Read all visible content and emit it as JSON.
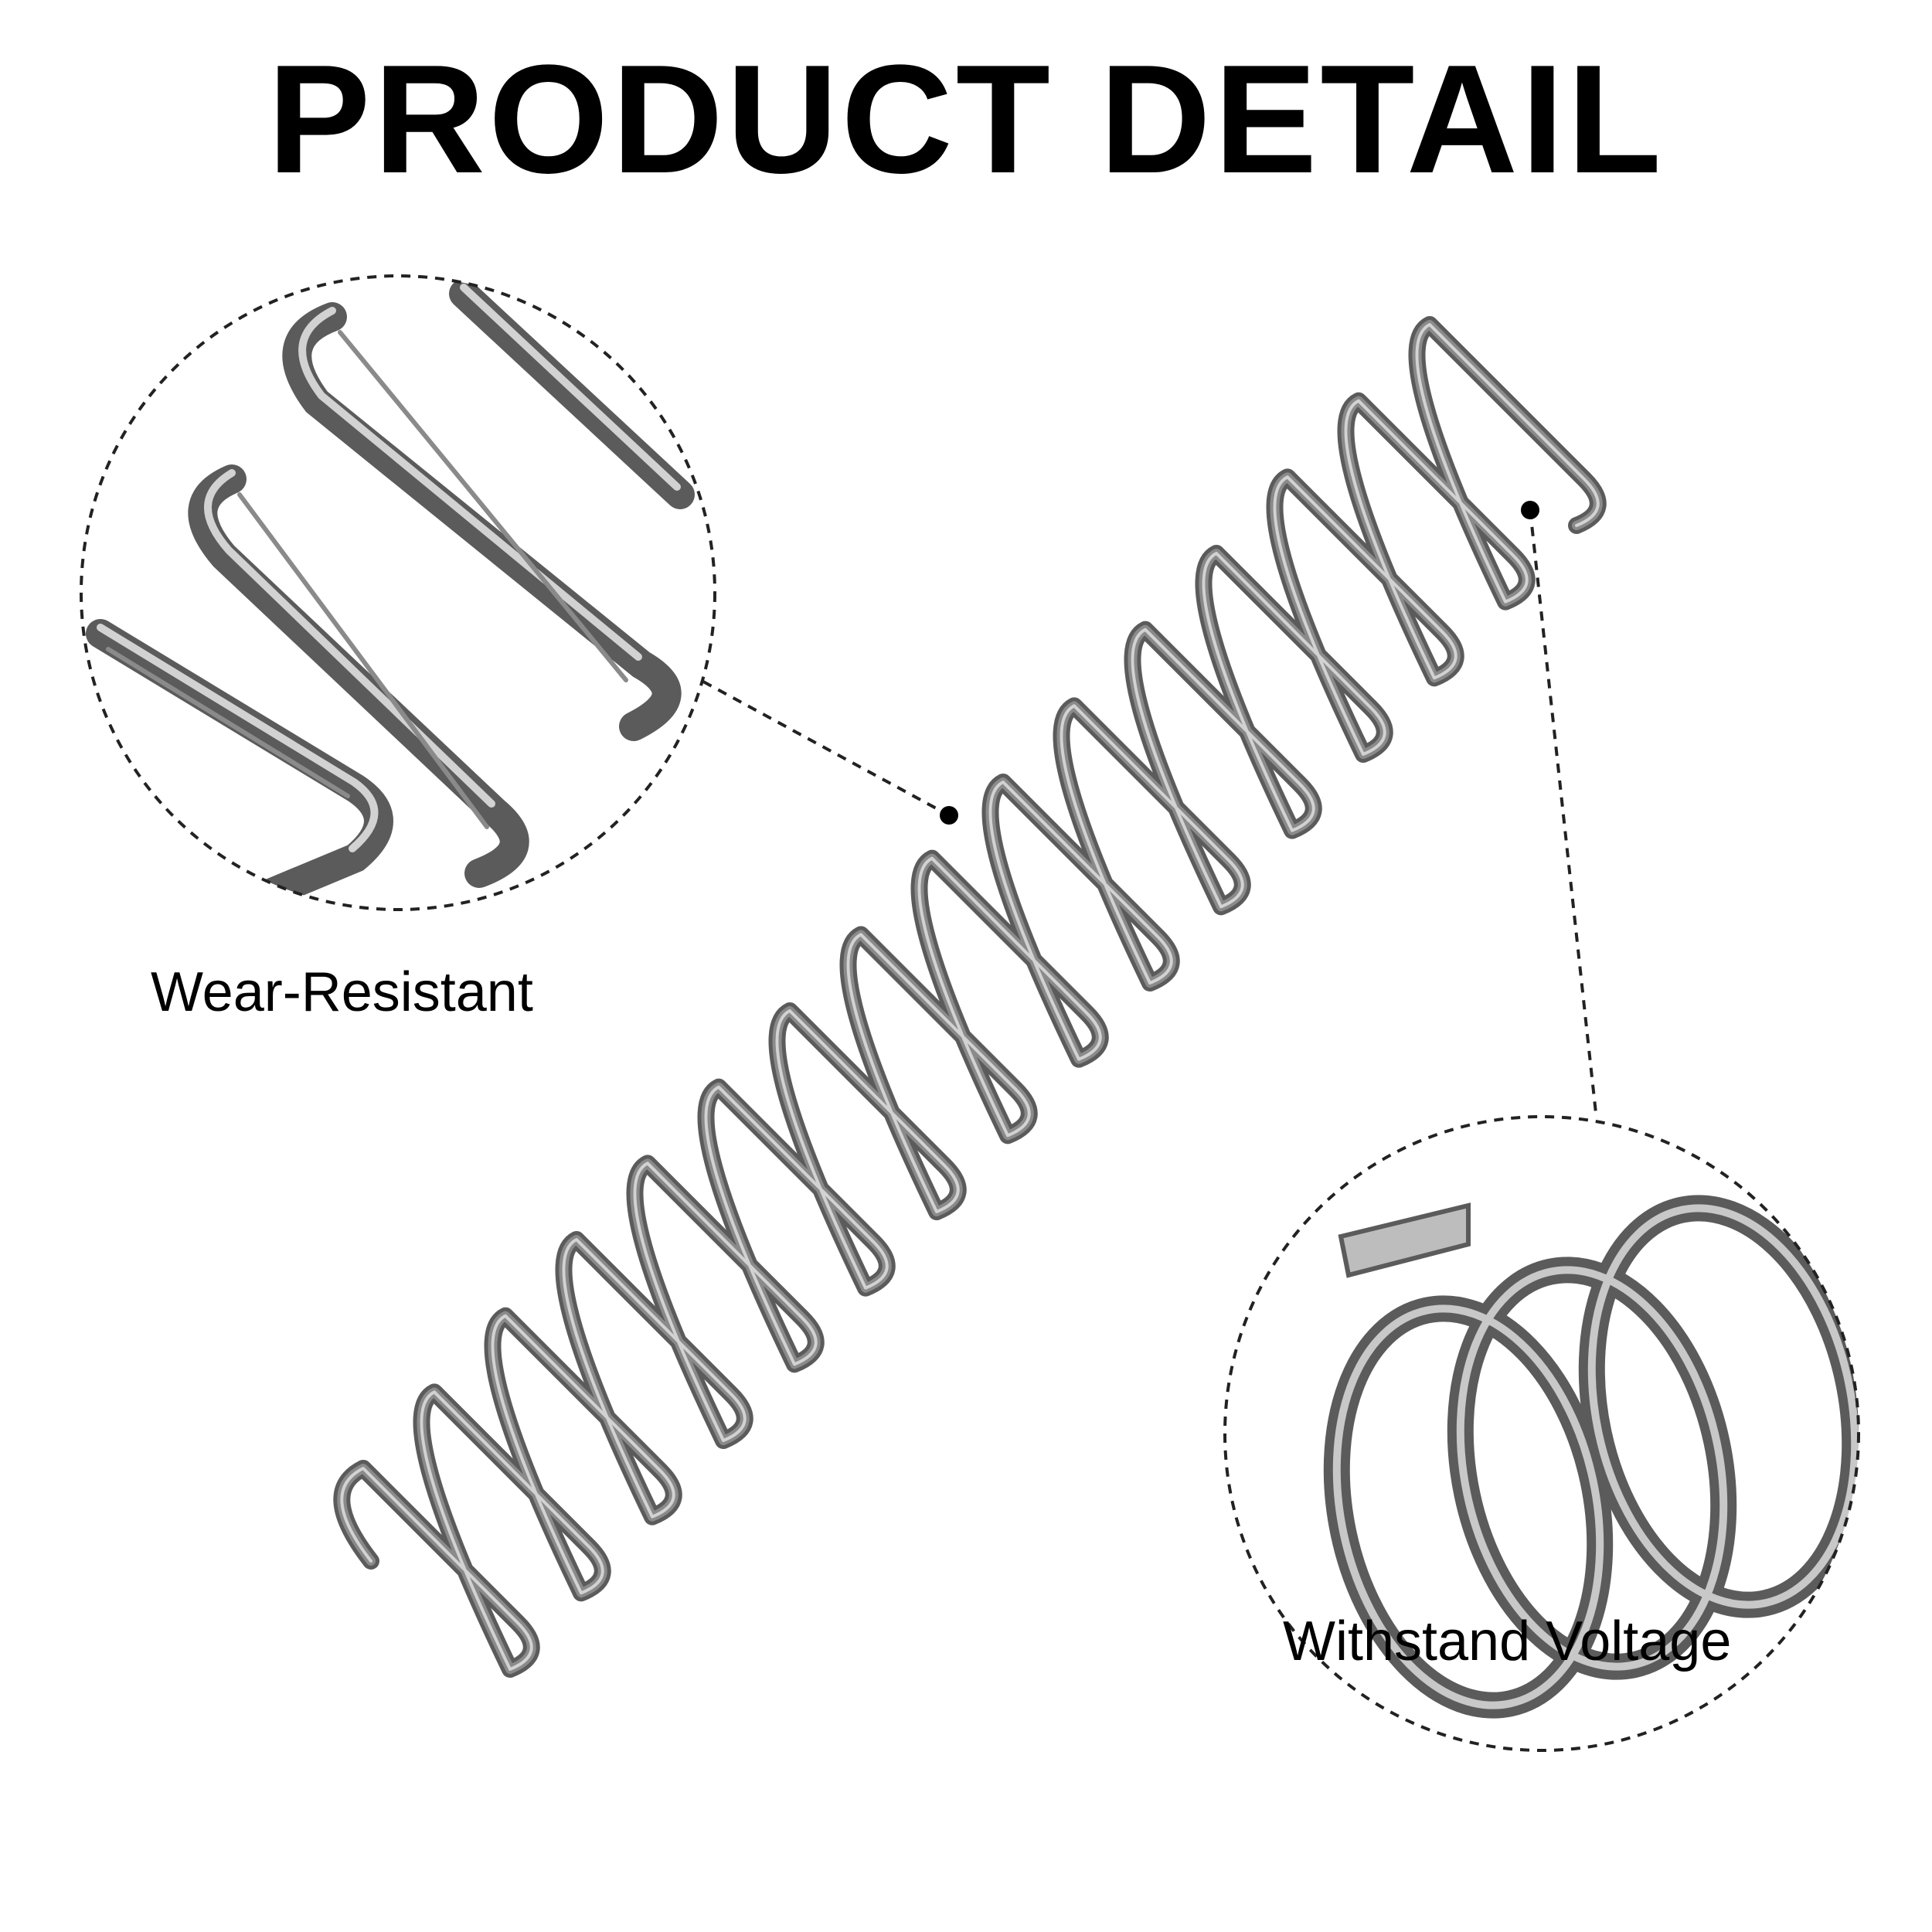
{
  "page": {
    "title": "PRODUCT DETAIL",
    "background": "#ffffff",
    "text_color": "#000000"
  },
  "callouts": [
    {
      "label": "Wear-Resistant",
      "icon": "spring-coil-closeup-icon"
    },
    {
      "label": "Withstand Voltage",
      "icon": "spring-end-closeup-icon"
    }
  ],
  "colors": {
    "steel_dark": "#5b5b5b",
    "steel_mid": "#8a8a8a",
    "steel_light": "#d2d2d2",
    "leader_line": "#222222"
  }
}
